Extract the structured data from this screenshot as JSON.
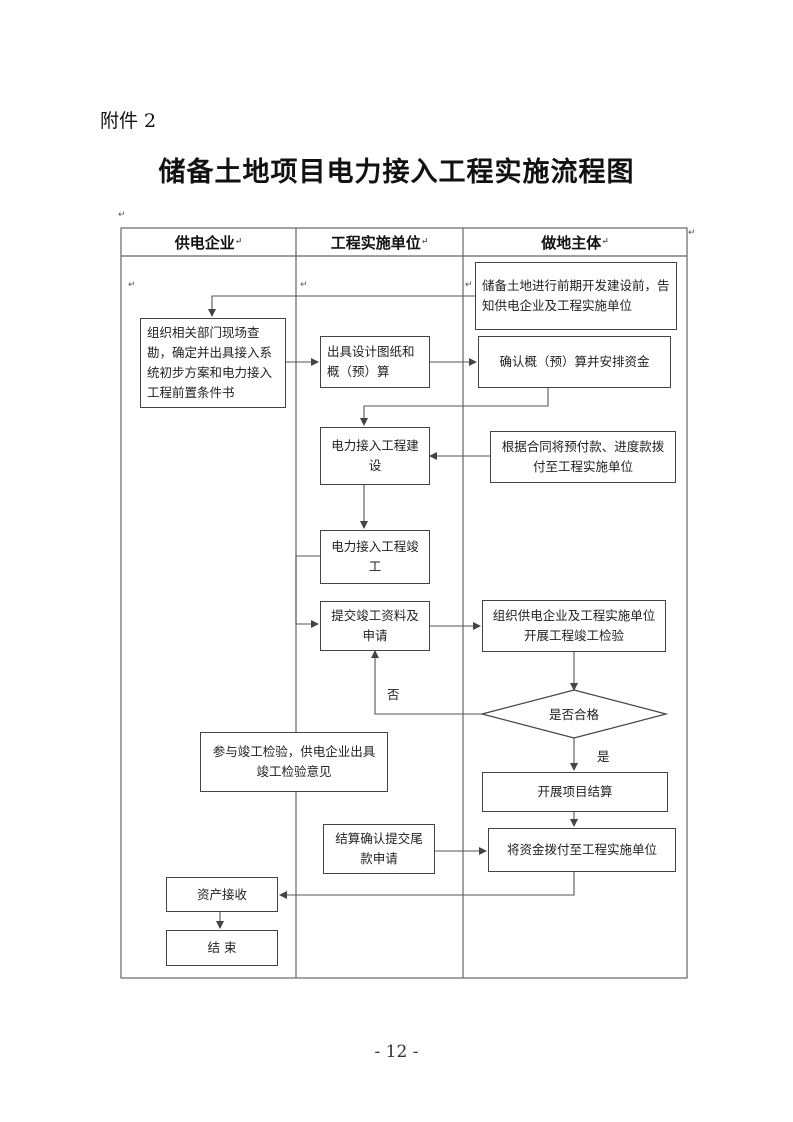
{
  "attachment": "附件 2",
  "title": "储备土地项目电力接入工程实施流程图",
  "columns": [
    "供电企业",
    "工程实施单位",
    "做地主体"
  ],
  "boxes": {
    "b1": "储备土地进行前期开发建设前，告知供电企业及工程实施单位",
    "b2": "组织相关部门现场查勘，确定并出具接入系统初步方案和电力接入工程前置条件书",
    "b3": "出具设计图纸和概（预）算",
    "b4": "确认概（预）算并安排资金",
    "b5": "电力接入工程建设",
    "b6": "根据合同将预付款、进度款拨付至工程实施单位",
    "b7": "电力接入工程竣工",
    "b8": "提交竣工资料及申请",
    "b9": "组织供电企业及工程实施单位开展工程竣工检验",
    "d1": "是否合格",
    "b10": "参与竣工检验，供电企业出具竣工检验意见",
    "b11": "开展项目结算",
    "b12": "结算确认提交尾款申请",
    "b13": "将资金拨付至工程实施单位",
    "b14": "资产接收",
    "b15": "结  束"
  },
  "labels": {
    "no": "否",
    "yes": "是"
  },
  "page_number": "- 12 -"
}
